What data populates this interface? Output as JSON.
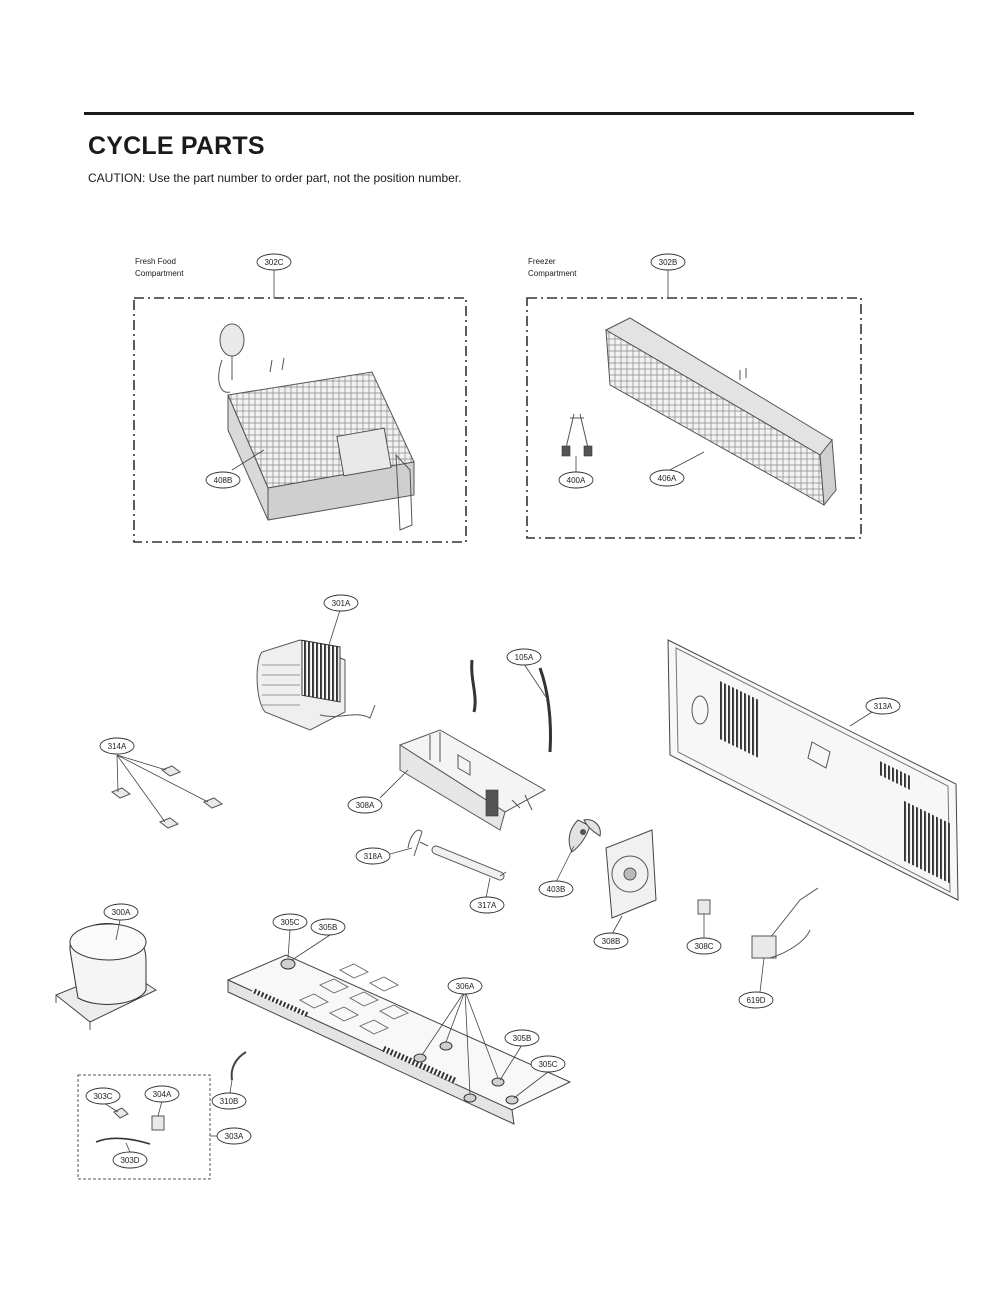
{
  "page": {
    "title": "CYCLE PARTS",
    "caution": "CAUTION: Use the part number to order part, not the position number."
  },
  "compartments": {
    "fresh_food": {
      "label_line1": "Fresh Food",
      "label_line2": "Compartment"
    },
    "freezer": {
      "label_line1": "Freezer",
      "label_line2": "Compartment"
    }
  },
  "callouts": {
    "c302C": "302C",
    "c302B": "302B",
    "c408B": "408B",
    "c400A": "400A",
    "c406A": "406A",
    "c301A": "301A",
    "c105A": "105A",
    "c313A": "313A",
    "c314A": "314A",
    "c308A": "308A",
    "c318A": "318A",
    "c317A": "317A",
    "c403B": "403B",
    "c308B": "308B",
    "c308C": "308C",
    "c619D": "619D",
    "c300A": "300A",
    "c305C_top": "305C",
    "c305B_top": "305B",
    "c306A": "306A",
    "c305B_bot": "305B",
    "c305C_bot": "305C",
    "c310B": "310B",
    "c303C": "303C",
    "c304A": "304A",
    "c303A": "303A",
    "c303D": "303D"
  }
}
